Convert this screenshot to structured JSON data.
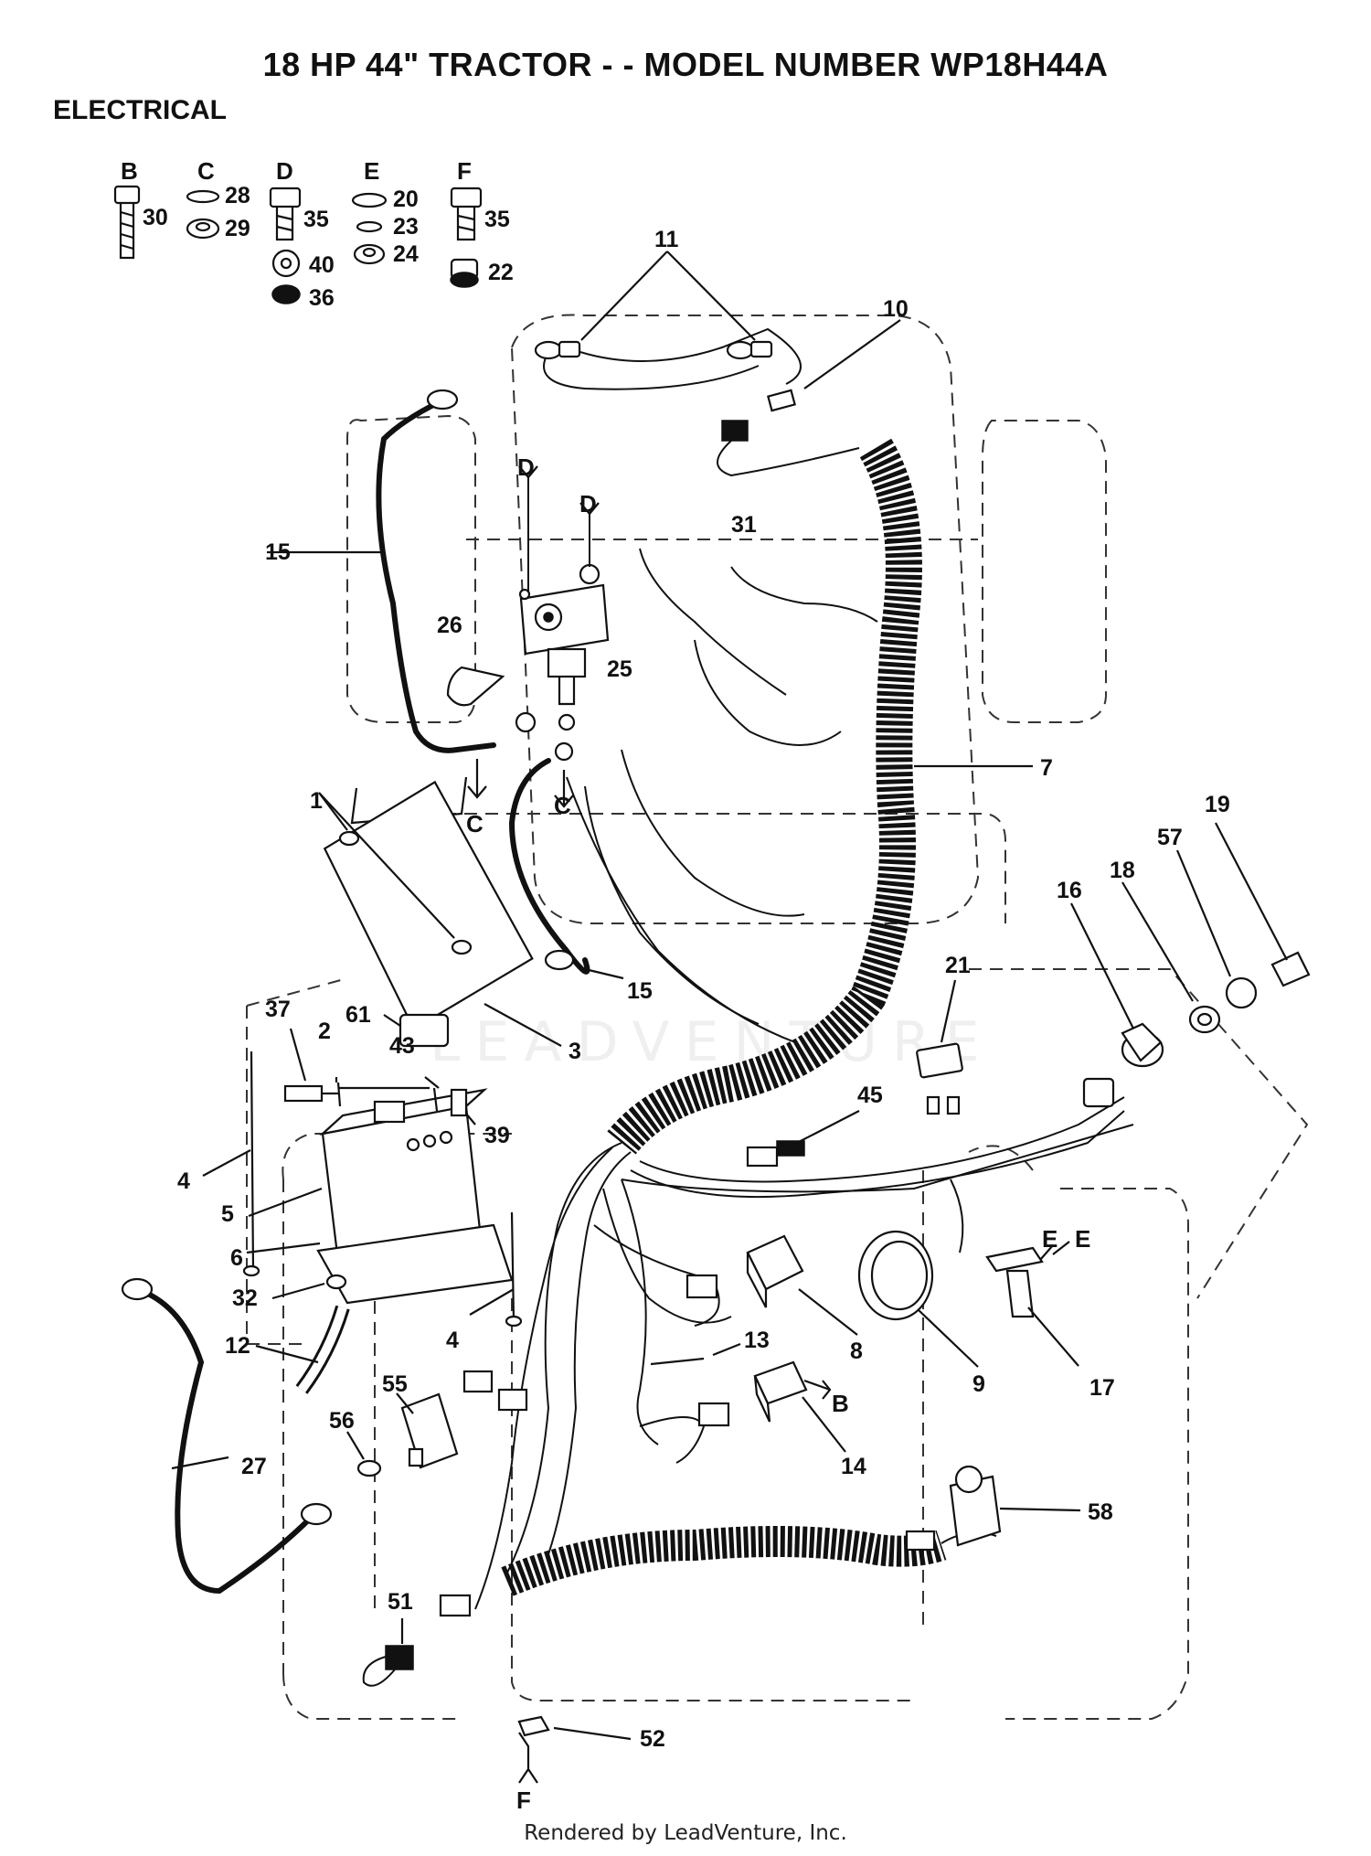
{
  "title": "18 HP 44\" TRACTOR - - MODEL NUMBER WP18H44A",
  "section": "ELECTRICAL",
  "hardware_groups": [
    {
      "letter": "B",
      "parts": [
        "30"
      ]
    },
    {
      "letter": "C",
      "parts": [
        "28",
        "29"
      ]
    },
    {
      "letter": "D",
      "parts": [
        "35",
        "40",
        "36"
      ]
    },
    {
      "letter": "E",
      "parts": [
        "20",
        "23",
        "24"
      ]
    },
    {
      "letter": "F",
      "parts": [
        "35",
        "22"
      ]
    }
  ],
  "callouts": [
    "1",
    "2",
    "3",
    "4",
    "4",
    "5",
    "6",
    "7",
    "8",
    "9",
    "10",
    "11",
    "12",
    "13",
    "14",
    "15",
    "15",
    "16",
    "17",
    "18",
    "19",
    "21",
    "25",
    "26",
    "27",
    "31",
    "32",
    "37",
    "39",
    "43",
    "45",
    "51",
    "52",
    "55",
    "56",
    "57",
    "58",
    "61"
  ],
  "connection_letters": [
    "D",
    "D",
    "C",
    "C",
    "B",
    "E",
    "E",
    "F"
  ],
  "watermark": "LEADVENTURE",
  "footer": "Rendered by LeadVenture, Inc."
}
